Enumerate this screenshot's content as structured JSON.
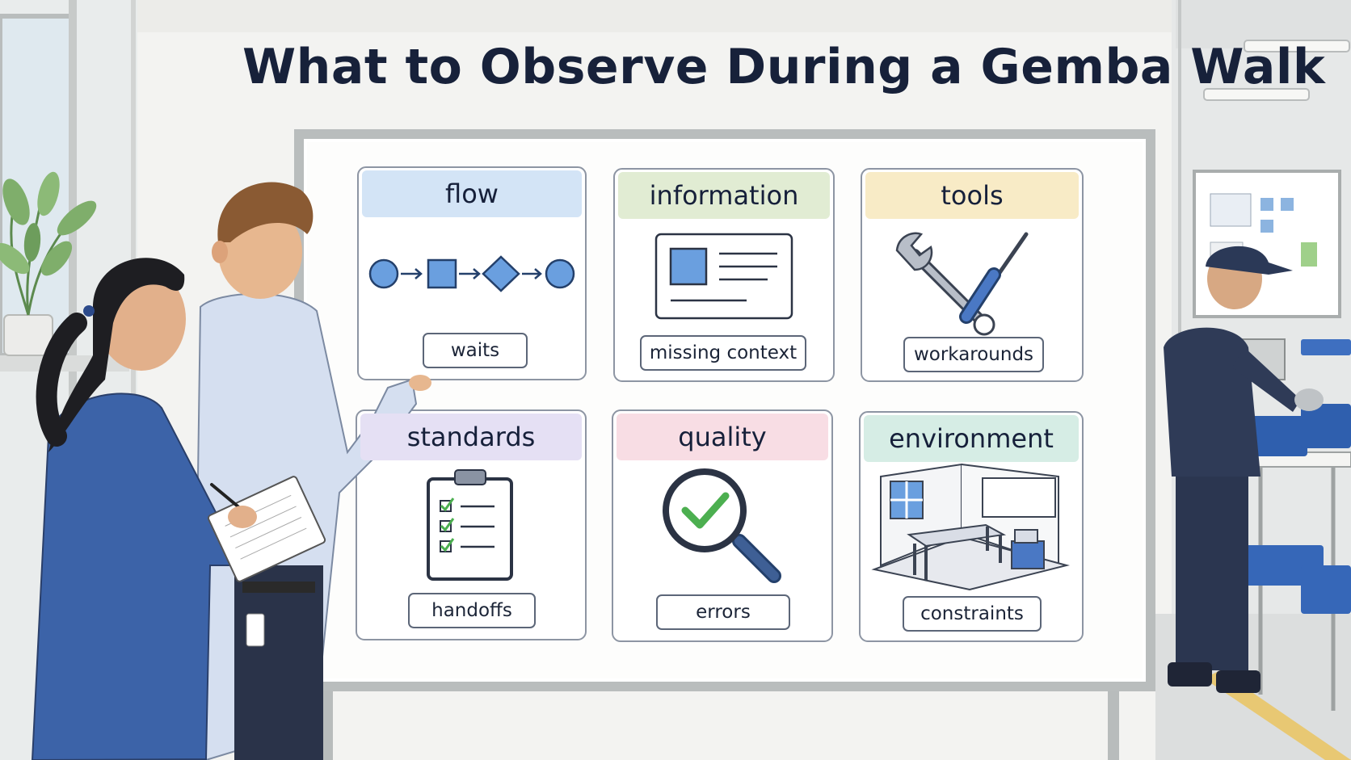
{
  "title": "What to Observe During a Gemba Walk",
  "colors": {
    "flow": "#d3e4f6",
    "information": "#e1ecd3",
    "tools": "#f8ebc6",
    "standards": "#e5e0f4",
    "quality": "#f8dde4",
    "environment": "#d6ede5",
    "icon_blue": "#6a9fdf",
    "check_green": "#4caf50",
    "ink": "#17213a"
  },
  "cards": [
    {
      "key": "flow",
      "label": "flow",
      "tag": "waits",
      "icon": "process-flow-icon"
    },
    {
      "key": "information",
      "label": "information",
      "tag": "missing context",
      "icon": "document-icon"
    },
    {
      "key": "tools",
      "label": "tools",
      "tag": "workarounds",
      "icon": "wrench-screwdriver-icon"
    },
    {
      "key": "standards",
      "label": "standards",
      "tag": "handoffs",
      "icon": "checklist-clipboard-icon"
    },
    {
      "key": "quality",
      "label": "quality",
      "tag": "errors",
      "icon": "magnifier-check-icon"
    },
    {
      "key": "environment",
      "label": "environment",
      "tag": "constraints",
      "icon": "room-icon"
    }
  ]
}
